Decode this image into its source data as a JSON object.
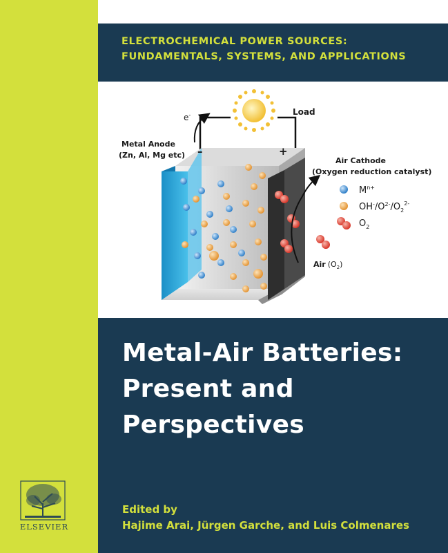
{
  "series": {
    "line1": "ELECTROCHEMICAL POWER SOURCES:",
    "line2": "FUNDAMENTALS, SYSTEMS, AND APPLICATIONS"
  },
  "figure": {
    "electron_label": "e",
    "electron_sup": "-",
    "load_label": "Load",
    "anode_title": "Metal Anode",
    "anode_sub": "(Zn, Al, Mg etc)",
    "minus_sign": "–",
    "plus_sign": "+",
    "cathode_title": "Air Cathode",
    "cathode_sub": "(Oxygen reduction catalyst)",
    "legend": {
      "metal_ion": "M",
      "metal_ion_sup": "n+",
      "oxygen_species_1": "OH",
      "oxygen_species_1_sup": "-",
      "oxygen_species_2": "/O",
      "oxygen_species_2_sup": "2-",
      "oxygen_species_3": "/O",
      "oxygen_species_3_sub": "2",
      "oxygen_species_3_sup": "2-",
      "o2": "O",
      "o2_sub": "2"
    },
    "air_label": "Air",
    "air_formula": "(O",
    "air_formula_sub": "2",
    "air_formula_close": ")",
    "colors": {
      "metal_ion": "#3a8fd6",
      "oxygen_species": "#e9a24a",
      "o2": "#e4483b",
      "anode": "#2aa7dc"
    }
  },
  "title": {
    "line1": "Metal-Air Batteries:",
    "line2": "Present and",
    "line3": "Perspectives"
  },
  "editors": {
    "label": "Edited by",
    "names": "Hajime Arai, Jürgen Garche, and Luis Colmenares"
  },
  "publisher": {
    "name": "ELSEVIER",
    "logo_icon": "elsevier-tree-logo"
  },
  "colors": {
    "accent": "#d3e03c",
    "navy": "#1a3a52"
  }
}
